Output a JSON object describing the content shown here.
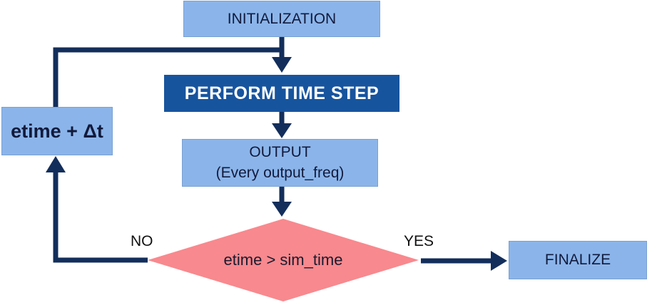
{
  "colors": {
    "light_blue": "#8BB5EA",
    "dark_blue": "#17549E",
    "navy": "#132E5B",
    "pink": "#F8898E",
    "text_dark": "#121A3C",
    "diamond_text": "#1A1A2E",
    "label_black": "#111111",
    "white": "#FFFFFF"
  },
  "nodes": {
    "initialization": {
      "label": "INITIALIZATION"
    },
    "perform_time_step": {
      "label": "PERFORM TIME STEP"
    },
    "output": {
      "line1": "OUTPUT",
      "line2": "(Every output_freq)"
    },
    "decision": {
      "label": "etime > sim_time"
    },
    "finalize": {
      "label": "FINALIZE"
    },
    "etime_update": {
      "label": "etime + Δt"
    }
  },
  "edge_labels": {
    "no": "NO",
    "yes": "YES"
  }
}
